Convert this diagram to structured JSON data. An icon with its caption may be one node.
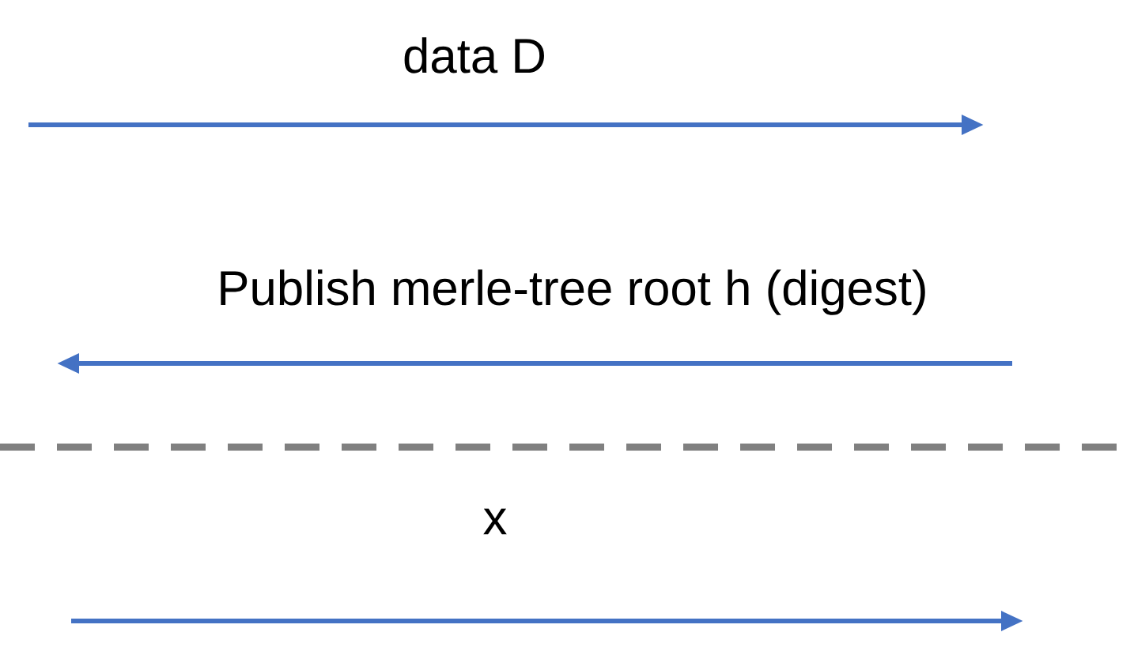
{
  "diagram": {
    "labels": [
      "data D",
      "Publish merle-tree root h (digest)",
      "x"
    ]
  }
}
